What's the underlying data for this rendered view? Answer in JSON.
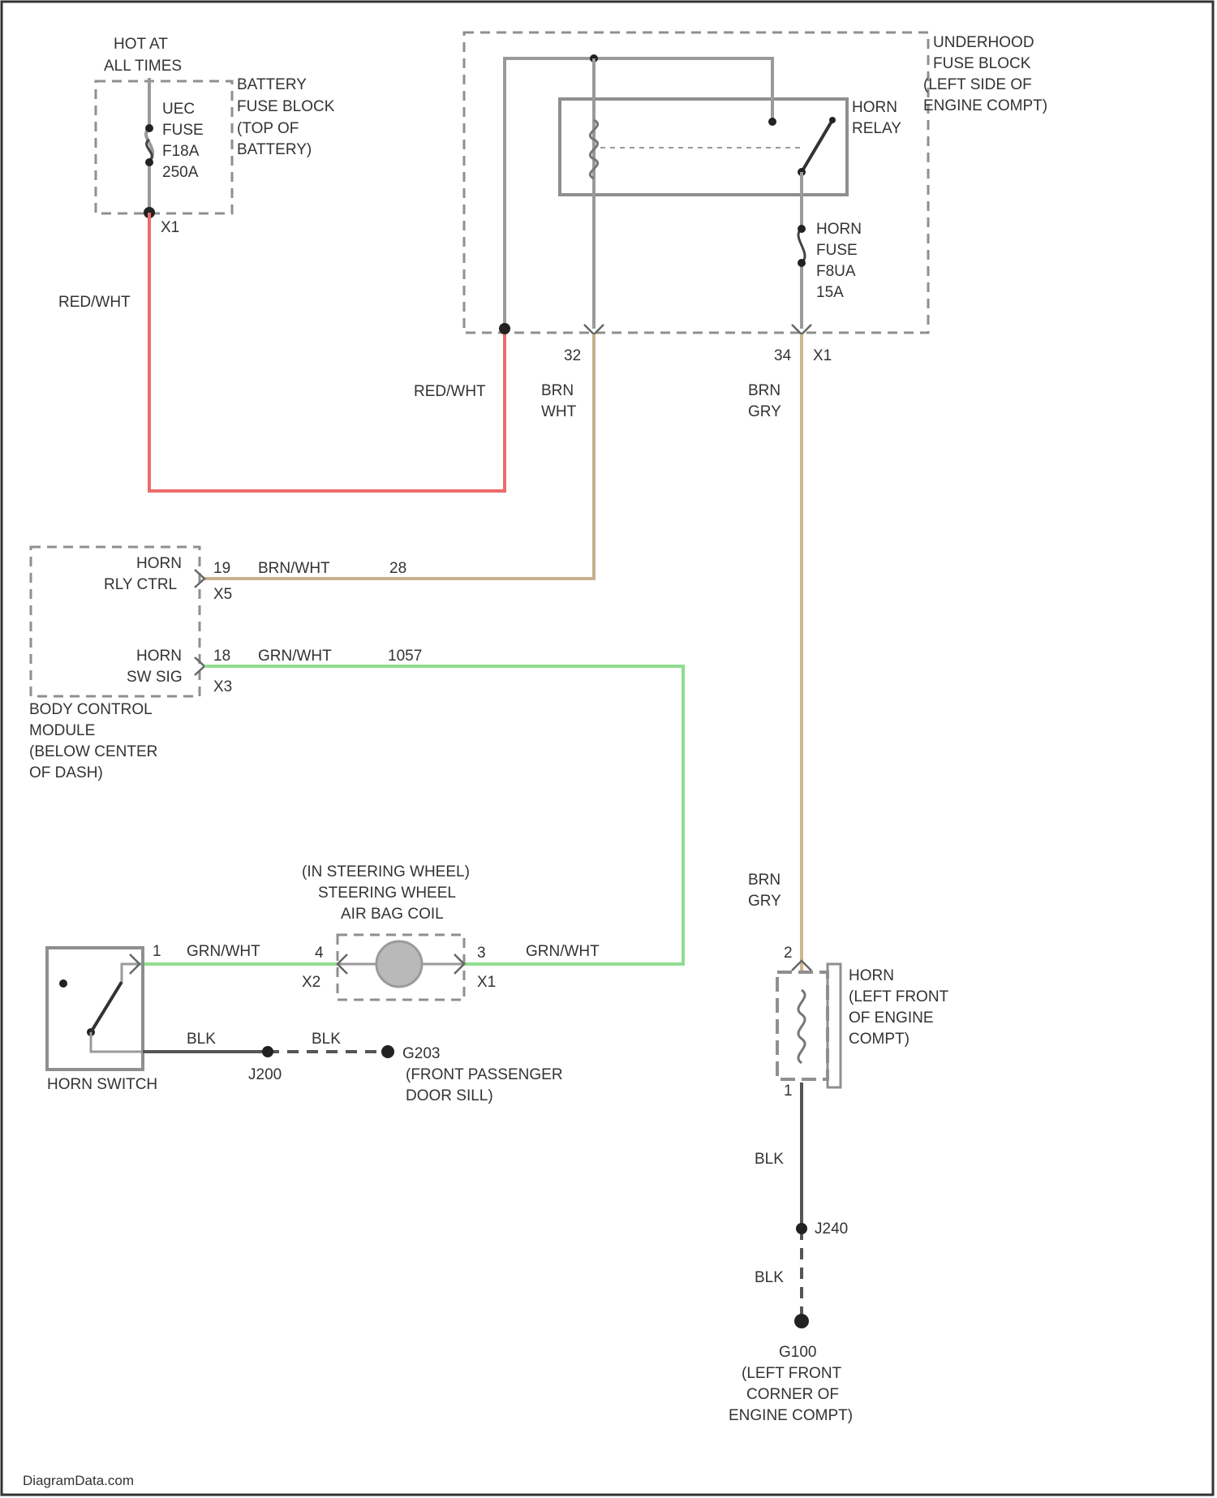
{
  "colors": {
    "red_white": "#ee6a6a",
    "brn_wht": "#c7b08e",
    "brn_gry": "#cdb78e",
    "grn_wht": "#90dd90",
    "wire_gray": "#9a9a9a",
    "blk": "#555555"
  },
  "battery_block": {
    "hot_l1": "HOT AT",
    "hot_l2": "ALL TIMES",
    "l1": "BATTERY",
    "l2": "FUSE BLOCK",
    "l3": "(TOP OF",
    "l4": "BATTERY)",
    "fuse_l1": "UEC",
    "fuse_l2": "FUSE",
    "fuse_l3": "F18A",
    "fuse_l4": "250A",
    "conn": "X1"
  },
  "underhood_block": {
    "l1": "UNDERHOOD",
    "l2": "FUSE BLOCK",
    "l3": "(LEFT SIDE OF",
    "l4": "ENGINE COMPT)",
    "relay_l1": "HORN",
    "relay_l2": "RELAY",
    "fuse_l1": "HORN",
    "fuse_l2": "FUSE",
    "fuse_l3": "F8UA",
    "fuse_l4": "15A",
    "pin_left": "32",
    "pin_right": "34",
    "conn": "X1"
  },
  "wires": {
    "red_wht_1": "RED/WHT",
    "red_wht_2": "RED/WHT",
    "brn_wht_1": "BRN",
    "brn_wht_2": "WHT",
    "brn_gry_top_1": "BRN",
    "brn_gry_top_2": "GRY",
    "brn_gry_low_1": "BRN",
    "brn_gry_low_2": "GRY",
    "bcm_brn_wht": "BRN/WHT",
    "bcm_brn_circuit": "28",
    "bcm_grn_wht": "GRN/WHT",
    "bcm_grn_circuit": "1057",
    "sw_grn_wht": "GRN/WHT",
    "coil_grn_wht": "GRN/WHT",
    "blk_1": "BLK",
    "blk_2": "BLK",
    "blk_3": "BLK",
    "blk_4": "BLK"
  },
  "bcm": {
    "pin_a_l1": "HORN",
    "pin_a_l2": "RLY CTRL",
    "pin_a_num": "19",
    "pin_a_conn": "X5",
    "pin_b_l1": "HORN",
    "pin_b_l2": "SW SIG",
    "pin_b_num": "18",
    "pin_b_conn": "X3",
    "l1": "BODY CONTROL",
    "l2": "MODULE",
    "l3": "(BELOW CENTER",
    "l4": "OF DASH)"
  },
  "airbag_coil": {
    "l1": "(IN STEERING WHEEL)",
    "l2": "STEERING WHEEL",
    "l3": "AIR BAG COIL",
    "pin_left": "4",
    "conn_left": "X2",
    "pin_right": "3",
    "conn_right": "X1"
  },
  "horn_switch": {
    "label": "HORN SWITCH",
    "pin": "1"
  },
  "splices": {
    "j200": "J200",
    "g203_l1": "G203",
    "g203_l2": "(FRONT PASSENGER",
    "g203_l3": "DOOR SILL)",
    "j240": "J240",
    "g100_l1": "G100",
    "g100_l2": "(LEFT FRONT",
    "g100_l3": "CORNER OF",
    "g100_l4": "ENGINE COMPT)"
  },
  "horn": {
    "l1": "HORN",
    "l2": "(LEFT FRONT",
    "l3": "OF ENGINE",
    "l4": "COMPT)",
    "pin_top": "2",
    "pin_bot": "1"
  },
  "footer": {
    "watermark": "DiagramData.com"
  }
}
